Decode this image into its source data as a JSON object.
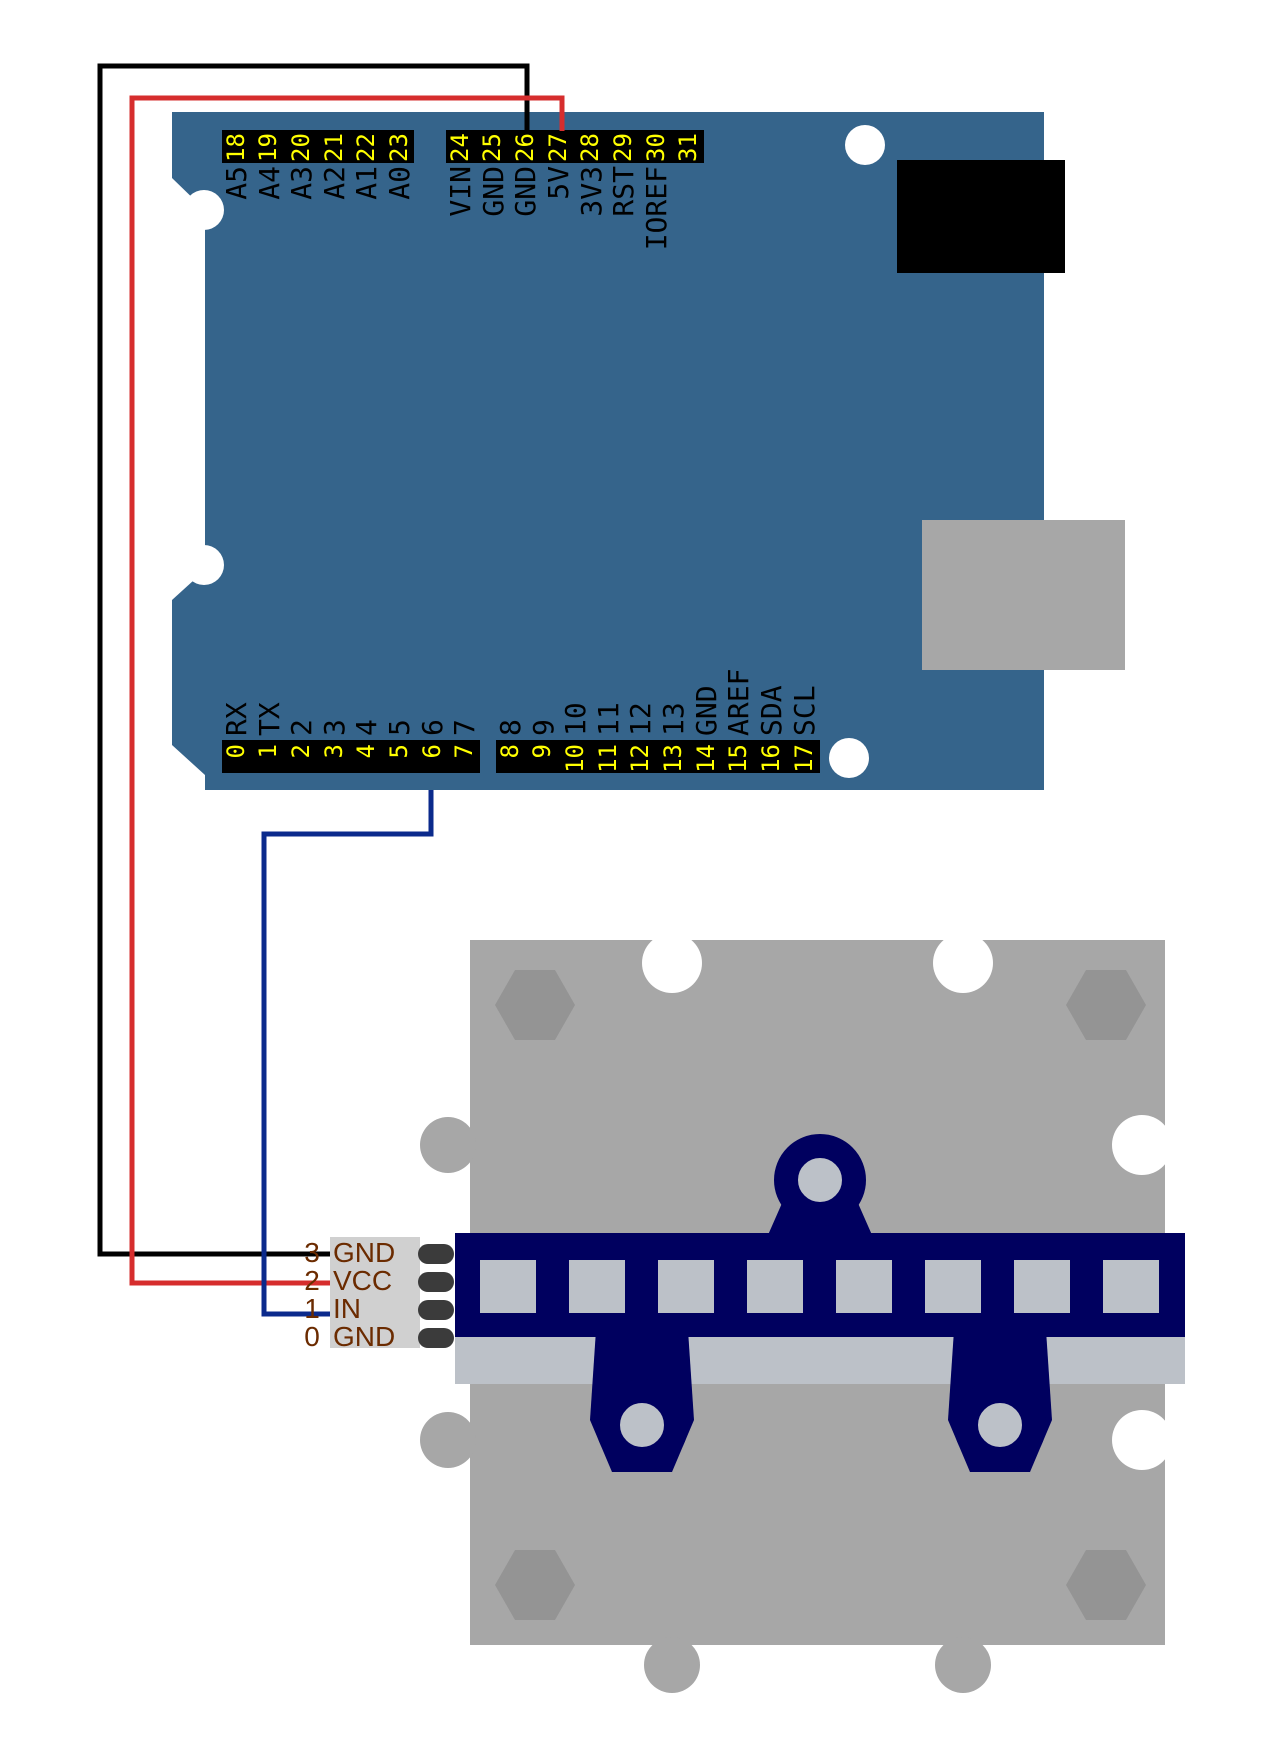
{
  "colors": {
    "board": "#35648b",
    "header": "#000000",
    "pin_number": "#ffff00",
    "wire_black": "#000000",
    "wire_red": "#d62d2d",
    "wire_blue": "#0b2a8c",
    "module_gray": "#a7a7a7",
    "strip_navy": "#00005f",
    "led_light": "#bcc1c8",
    "connector_text": "#6b2b00"
  },
  "arduino": {
    "top_left_header": {
      "numbers": [
        "18",
        "19",
        "20",
        "21",
        "22",
        "23"
      ],
      "labels": [
        "A5",
        "A4",
        "A3",
        "A2",
        "A1",
        "A0"
      ]
    },
    "top_right_header": {
      "numbers": [
        "24",
        "25",
        "26",
        "27",
        "28",
        "29",
        "30",
        "31"
      ],
      "labels": [
        "VIN",
        "GND",
        "GND",
        "5V",
        "3V3",
        "RST",
        "IOREF",
        ""
      ]
    },
    "bottom_left_header": {
      "numbers": [
        "0",
        "1",
        "2",
        "3",
        "4",
        "5",
        "6",
        "7"
      ],
      "labels": [
        "RX",
        "TX",
        "2",
        "3",
        "4",
        "5",
        "6",
        "7"
      ]
    },
    "bottom_right_header": {
      "numbers": [
        "8",
        "9",
        "10",
        "11",
        "12",
        "13",
        "14",
        "15",
        "16",
        "17"
      ],
      "labels": [
        "8",
        "9",
        "10",
        "11",
        "12",
        "13",
        "GND",
        "AREF",
        "SDA",
        "SCL"
      ]
    }
  },
  "connector": {
    "pins": [
      {
        "num": "3",
        "label": "GND"
      },
      {
        "num": "2",
        "label": "VCC"
      },
      {
        "num": "1",
        "label": "IN"
      },
      {
        "num": "0",
        "label": "GND"
      }
    ]
  },
  "wires": [
    {
      "name": "wire-black",
      "color": "black",
      "from": "26",
      "to": "GND"
    },
    {
      "name": "wire-red",
      "color": "red",
      "from": "27",
      "to": "VCC"
    },
    {
      "name": "wire-blue",
      "color": "blue",
      "from": "6",
      "to": "IN"
    }
  ],
  "led_strip": {
    "led_count": 8
  }
}
